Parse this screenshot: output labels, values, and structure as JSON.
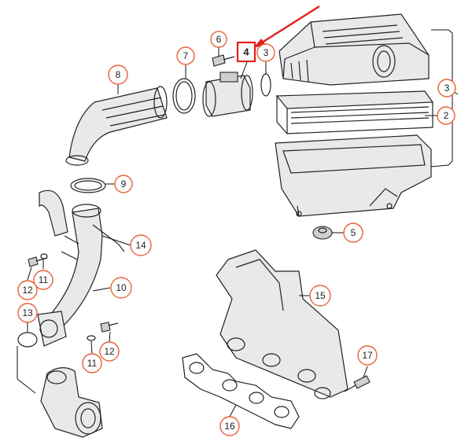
{
  "diagram": {
    "callouts": [
      {
        "id": "c1",
        "label": "6"
      },
      {
        "id": "c2",
        "label": "4",
        "highlighted": true
      },
      {
        "id": "c3",
        "label": "3"
      },
      {
        "id": "c4",
        "label": "7"
      },
      {
        "id": "c5",
        "label": "8"
      },
      {
        "id": "c6",
        "label": "3"
      },
      {
        "id": "c7",
        "label": "2"
      },
      {
        "id": "c8",
        "label": "9"
      },
      {
        "id": "c9",
        "label": "5"
      },
      {
        "id": "c10",
        "label": "14"
      },
      {
        "id": "c11",
        "label": "11"
      },
      {
        "id": "c12",
        "label": "12"
      },
      {
        "id": "c13",
        "label": "10"
      },
      {
        "id": "c14",
        "label": "15"
      },
      {
        "id": "c15",
        "label": "13"
      },
      {
        "id": "c16",
        "label": "12"
      },
      {
        "id": "c17",
        "label": "11"
      },
      {
        "id": "c18",
        "label": "17"
      },
      {
        "id": "c19",
        "label": "16"
      }
    ],
    "colors": {
      "callout_ring": "#e8633a",
      "highlight_box": "#e0201b",
      "arrow": "#e0201b",
      "line_art": "#222222"
    }
  }
}
